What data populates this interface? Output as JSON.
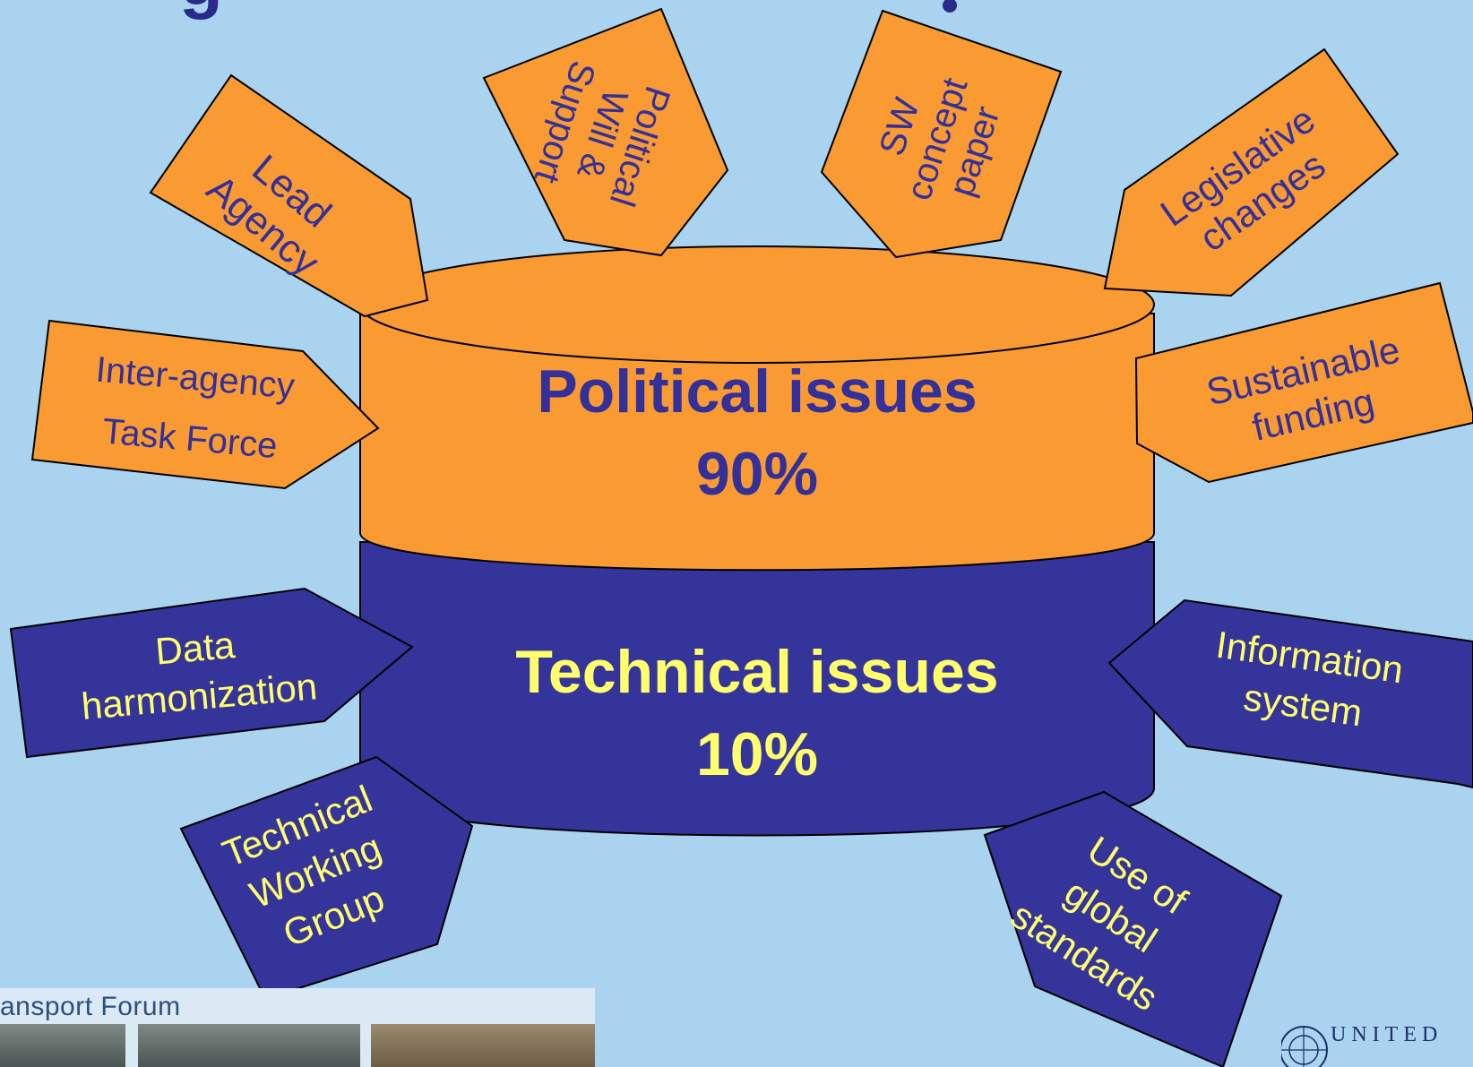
{
  "colors": {
    "background": "#a9d3ee",
    "orange": "#f99a33",
    "navy": "#35349a",
    "text_navy": "#33309a",
    "text_yellow": "#ffff6e"
  },
  "title_fragment": "g",
  "cylinder": {
    "top_label": "Political issues",
    "top_value": "90%",
    "bottom_label": "Technical issues",
    "bottom_value": "10%"
  },
  "political_tags": [
    {
      "lines": [
        "Lead",
        "Agency"
      ]
    },
    {
      "lines": [
        "Political",
        "Will &",
        "Support"
      ]
    },
    {
      "lines": [
        "SW",
        "concept",
        "paper"
      ]
    },
    {
      "lines": [
        "Legislative",
        "changes"
      ]
    },
    {
      "lines": [
        "Inter-agency",
        "Task Force"
      ]
    },
    {
      "lines": [
        "Sustainable",
        "funding"
      ]
    }
  ],
  "technical_tags": [
    {
      "lines": [
        "Data",
        "harmonization"
      ]
    },
    {
      "lines": [
        "Technical",
        "Working",
        "Group"
      ]
    },
    {
      "lines": [
        "Information",
        "system"
      ]
    },
    {
      "lines": [
        "Use of",
        "global",
        "standards"
      ]
    }
  ],
  "footer": {
    "banner_text": "ansport Forum",
    "logo_text": "UNITED"
  }
}
